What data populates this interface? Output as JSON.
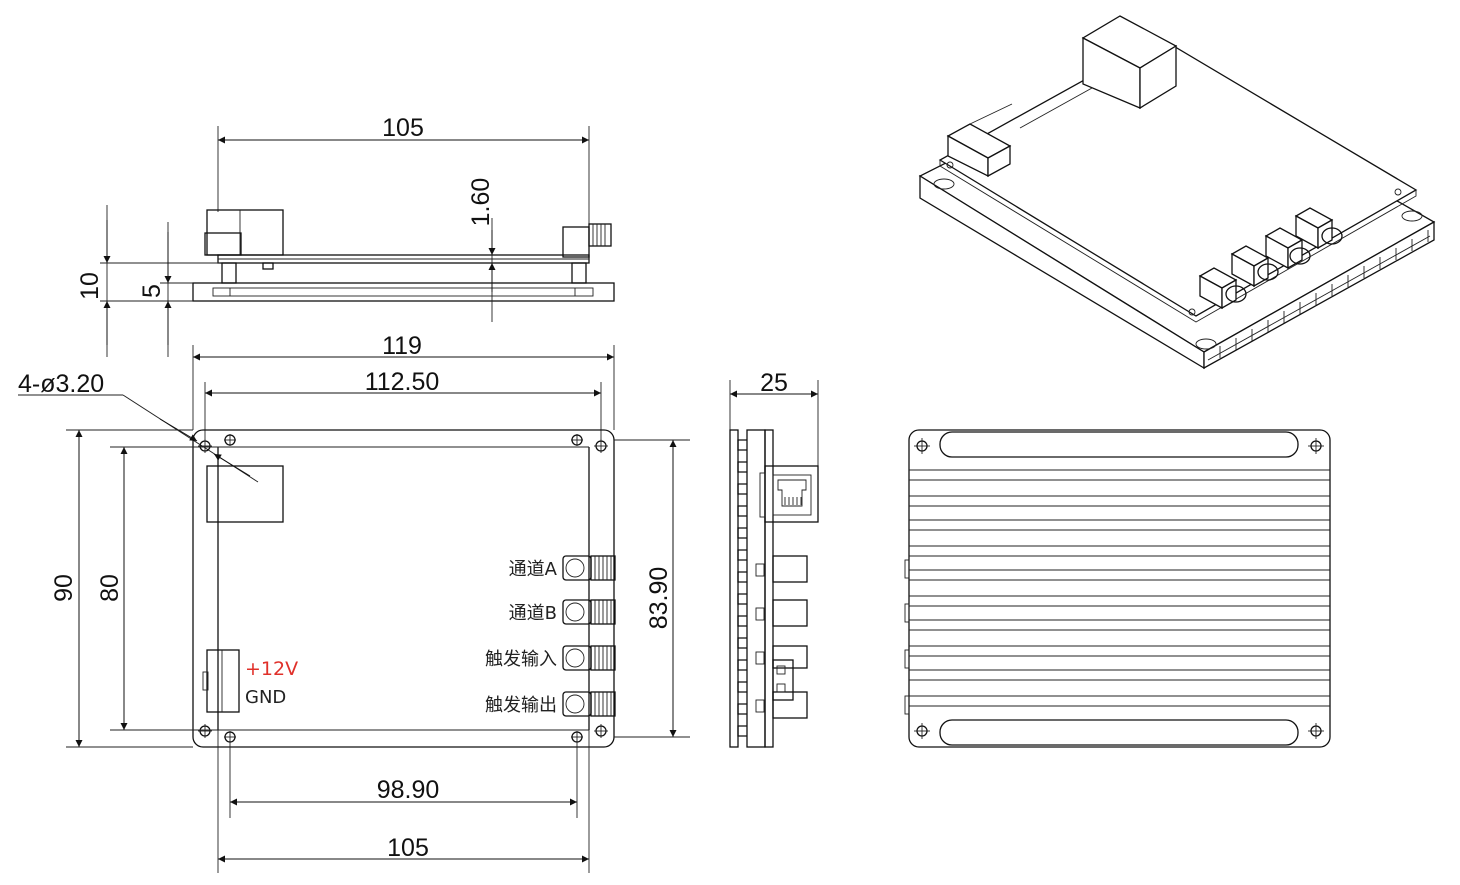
{
  "dimensions": {
    "top_width": "105",
    "board_thickness": "1.60",
    "height_10": "10",
    "height_5": "5",
    "outer_width": "119",
    "hole_spacing_x": "112.50",
    "holes": "4-ø3.20",
    "outer_height": "90",
    "inner_height": "80",
    "hole_spacing_y": "83.90",
    "bottom_inner": "98.90",
    "bottom_width": "105",
    "side_depth": "25"
  },
  "labels": {
    "channel_a": "通道A",
    "channel_b": "通道B",
    "trigger_in": "触发输入",
    "trigger_out": "触发输出",
    "power_plus": "+12V",
    "ground": "GND"
  }
}
